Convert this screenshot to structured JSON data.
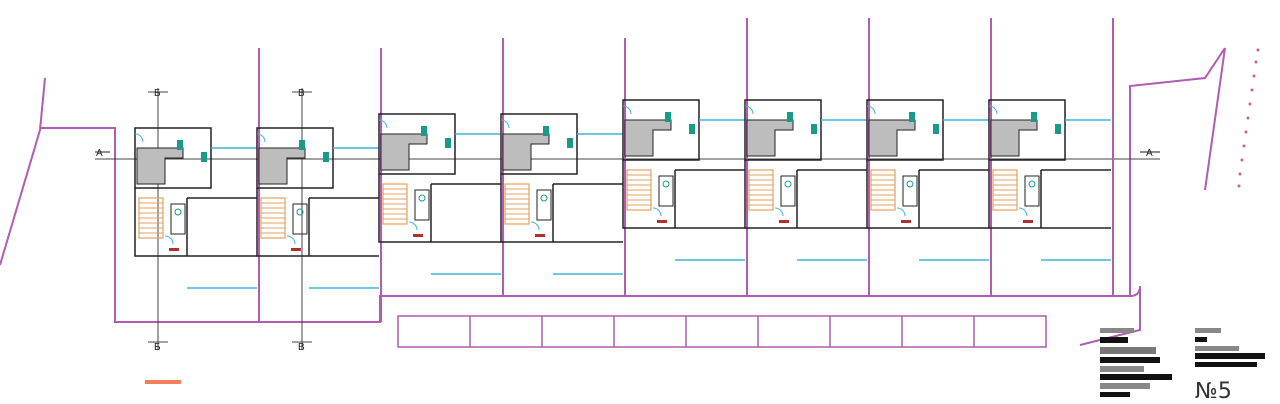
{
  "labels": {
    "section_a_left": "A",
    "section_a_right": "A",
    "section_b_top": "Б",
    "section_b_bottom": "Б",
    "section_v_top": "В",
    "section_v_bottom": "В",
    "sheet_number": "№5"
  },
  "colors": {
    "outline": "#b05cb0",
    "walls": "#222222",
    "windows": "#3fb6d8",
    "stairs": "#e2a060",
    "fixtures": "#1a9a8a",
    "floor_fill": "#bdbdbd",
    "scale_bar": "#f08060"
  },
  "units": {
    "count": 8
  }
}
